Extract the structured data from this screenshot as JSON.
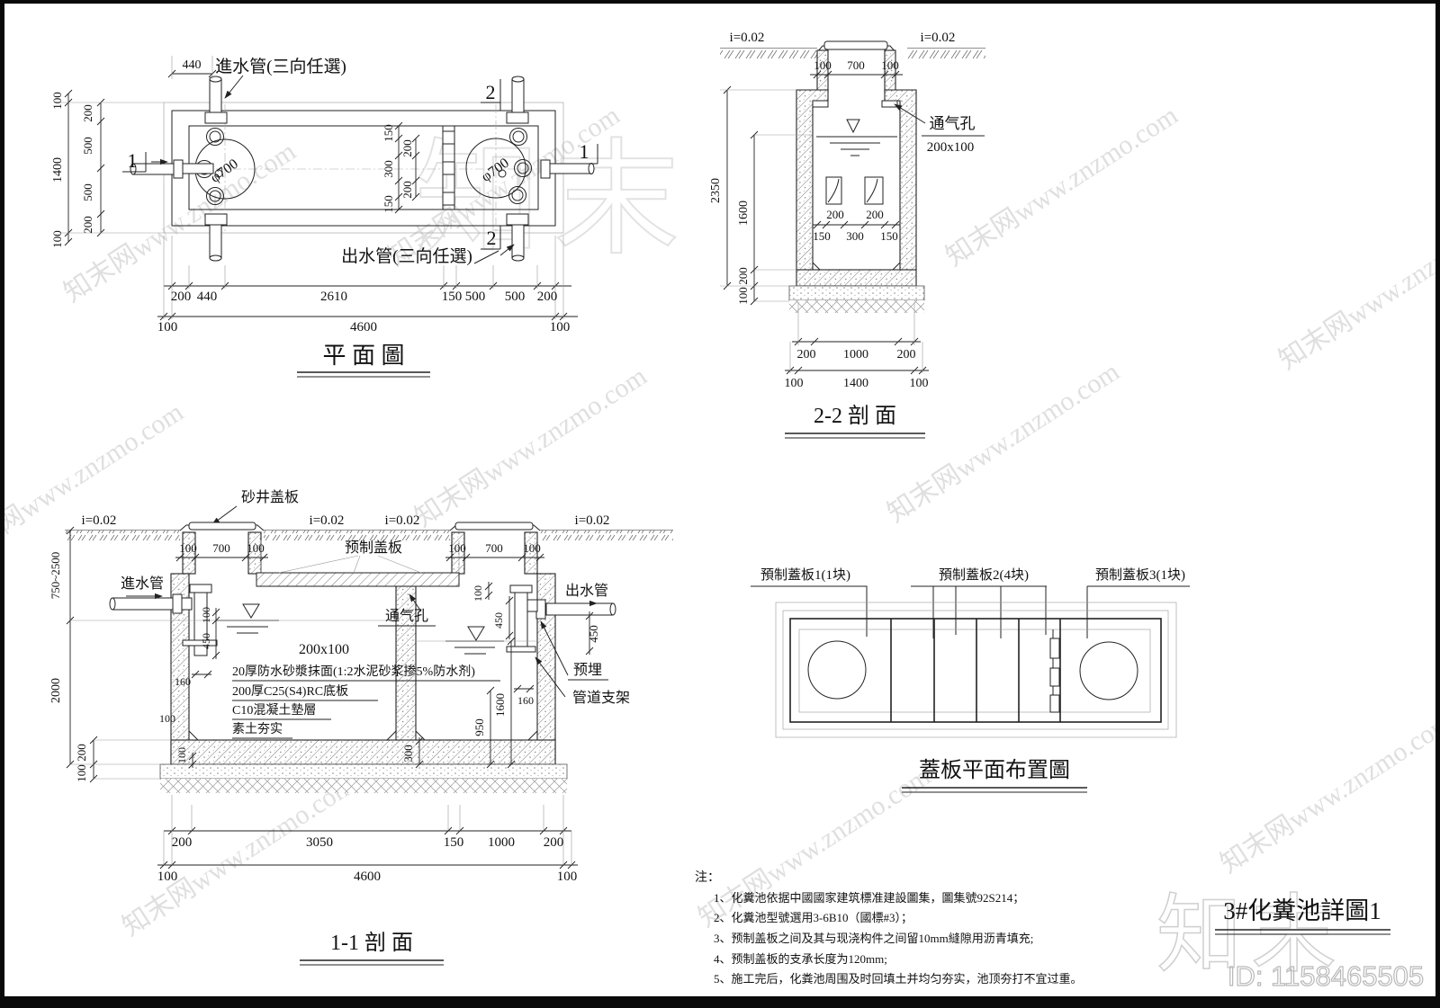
{
  "plan": {
    "title": "平  面  圖",
    "dim_top_440": "440",
    "inlet_label": "進水管(三向任選)",
    "outlet_label": "出水管(三向任選)",
    "phi_left": "φ700",
    "phi_right": "φ700",
    "marker_1_left": "1",
    "marker_1_right": "1",
    "marker_2_top": "2",
    "marker_2_bottom": "2",
    "left_outer": [
      "100",
      "1400",
      "100"
    ],
    "left_inner": [
      "200",
      "500",
      "500",
      "200"
    ],
    "mid_col1": [
      "150",
      "300",
      "150"
    ],
    "mid_col2": [
      "200",
      "200"
    ],
    "bottom_row1": [
      "200",
      "440",
      "2610",
      "150",
      "500",
      "500",
      "200"
    ],
    "bottom_row2": [
      "100",
      "4600",
      "100"
    ]
  },
  "sec22": {
    "title": "2-2 剖 面",
    "slope_left": "i=0.02",
    "slope_right": "i=0.02",
    "top_dims": [
      "100",
      "700",
      "100"
    ],
    "vent_label": "通气孔",
    "vent_size": "200x100",
    "dim_2350": "2350",
    "dim_1600": "1600",
    "dim_200": "200",
    "dim_100": "100",
    "baffle_dims": [
      "200",
      "200"
    ],
    "floor_dims": [
      "150",
      "300",
      "150"
    ],
    "bottom_row1": [
      "200",
      "1000",
      "200"
    ],
    "bottom_row2": [
      "100",
      "1400",
      "100"
    ]
  },
  "sec11": {
    "title": "1-1 剖 面",
    "well_cover_label": "砂井盖板",
    "slope_1": "i=0.02",
    "slope_2": "i=0.02",
    "slope_3": "i=0.02",
    "slope_4": "i=0.02",
    "precast_label": "预制盖板",
    "inlet_label": "進水管",
    "outlet_label": "出水管",
    "vent_label": "通气孔",
    "vent_size": "200x100",
    "embed_label": "预埋",
    "support_label": "管道支架",
    "spec_lines": [
      "20厚防水砂漿抹面(1:2水泥砂浆掺5%防水剂)",
      "200厚C25(S4)RC底板",
      "C10混凝土墊層",
      "素土夯实"
    ],
    "manhole_left_dims": [
      "100",
      "700",
      "100"
    ],
    "manhole_right_dims": [
      "100",
      "700",
      "100"
    ],
    "dim_depth_range": "750~2500",
    "dim_2000": "2000",
    "dim_200": "200",
    "dim_100_bed": "100",
    "dim_100_top": "100",
    "dim_450_in": "450",
    "dim_160_in": "160",
    "dim_100_wall": "100",
    "dim_100_chamfer": "100",
    "dim_100_vent": "100",
    "dim_450_out_in": "450",
    "dim_450_out": "450",
    "dim_160_out": "160",
    "dim_1600": "1600",
    "dim_950": "950",
    "dim_300": "300",
    "bottom_row1": [
      "200",
      "3050",
      "150",
      "1000",
      "200"
    ],
    "bottom_row2": [
      "100",
      "4600",
      "100"
    ]
  },
  "cover": {
    "title": "蓋板平面布置圖",
    "plate1_label": "預制蓋板1(1块)",
    "plate2_label": "預制蓋板2(4块)",
    "plate3_label": "預制蓋板3(1块)"
  },
  "notes": {
    "header": "注：",
    "items": [
      "1、化糞池依据中國國家建筑標准建設圖集，圖集號92S214；",
      "2、化糞池型號選用3-6B10（國標#3）；",
      "3、预制盖板之间及其与现浇构件之间留10mm縫隙用沥青填充;",
      "4、预制盖板的支承长度为120mm;",
      "5、施工完后，化粪池周围及时回填土并均匀夯实，池顶夯打不宜过重。"
    ]
  },
  "title_block": {
    "title": "3#化糞池詳圖1",
    "id": "ID: 1158465505"
  },
  "watermark": {
    "diagonal": "知末网www.znzmo.com",
    "brand": "知末"
  },
  "colors": {
    "line": "#222222",
    "aux": "#9a9a9a",
    "watermark": "#d8d8d8"
  }
}
